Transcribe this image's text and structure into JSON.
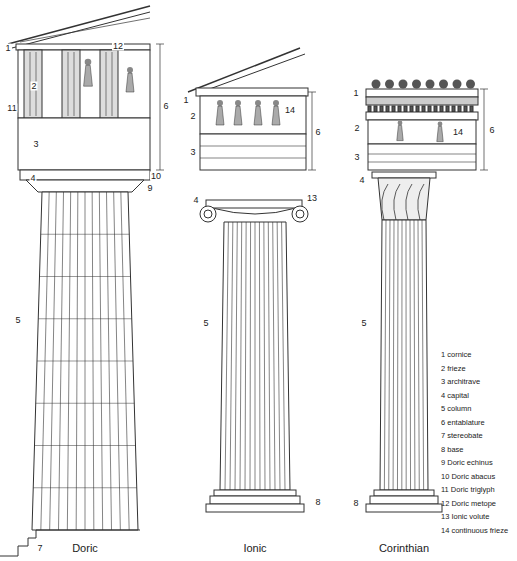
{
  "diagram": {
    "labels": [
      "1",
      "2",
      "12",
      "11",
      "3",
      "6",
      "4",
      "10",
      "9",
      "5",
      "7",
      "Doric",
      "1",
      "2",
      "14",
      "3",
      "6",
      "4",
      "13",
      "5",
      "8",
      "Ionic",
      "1",
      "2",
      "14",
      "3",
      "6",
      "4",
      "5",
      "8",
      "Corinthian",
      "1 cornice",
      "2 frieze",
      "3 architrave",
      "4 capital",
      "5 column",
      "6 entablature",
      "7 stereobate",
      "8 base",
      "9 Doric echinus",
      "10 Doric abacus",
      "11 Doric triglyph",
      "12 Doric metope",
      "13 Ionic volute",
      "14 continuous frieze"
    ]
  }
}
